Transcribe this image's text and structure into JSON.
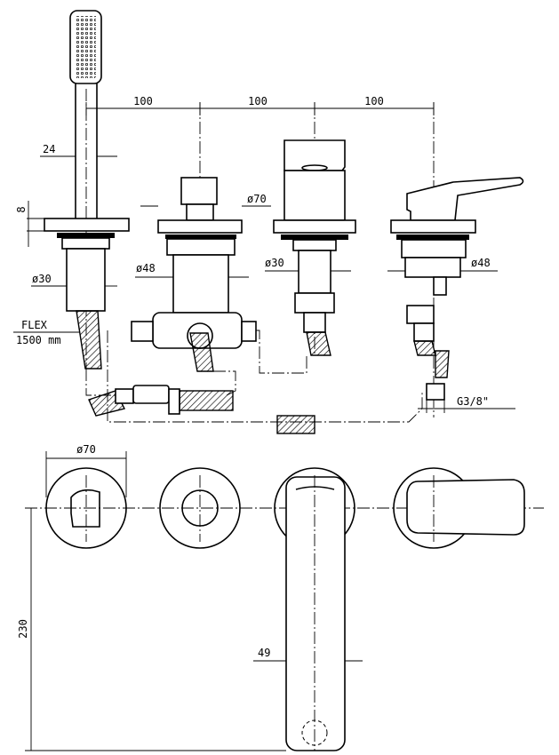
{
  "dimensions": {
    "spacing_1": "100",
    "spacing_2": "100",
    "spacing_3": "100",
    "handshower_width": "24",
    "flange_height": "8",
    "diverter_flange": "ø70",
    "shower_shank": "ø30",
    "diverter_body": "ø48",
    "spout_shank": "ø30",
    "mixer_body": "ø48",
    "hose_label_1": "FLEX",
    "hose_label_2": "1500 mm",
    "connection": "G3/8\"",
    "plan_flange": "ø70",
    "spout_reach": "230",
    "spout_width": "49"
  }
}
